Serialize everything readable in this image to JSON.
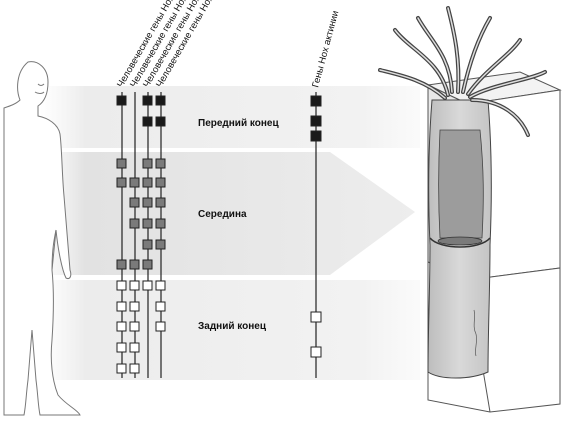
{
  "columns": {
    "hoxd": "Человеческие гены Hoxd",
    "hoxc": "Человеческие гены Hoxc",
    "hoxb": "Человеческие гены Hoxb",
    "hoxa": "Человеческие гены Hoxa",
    "anemone": "Гены Hox актинии"
  },
  "regions": {
    "front": "Передний конец",
    "middle": "Середина",
    "rear": "Задний конец"
  },
  "colors": {
    "anterior": "#1a1a1a",
    "central": "#7a7a7a",
    "posterior": "#ffffff"
  }
}
